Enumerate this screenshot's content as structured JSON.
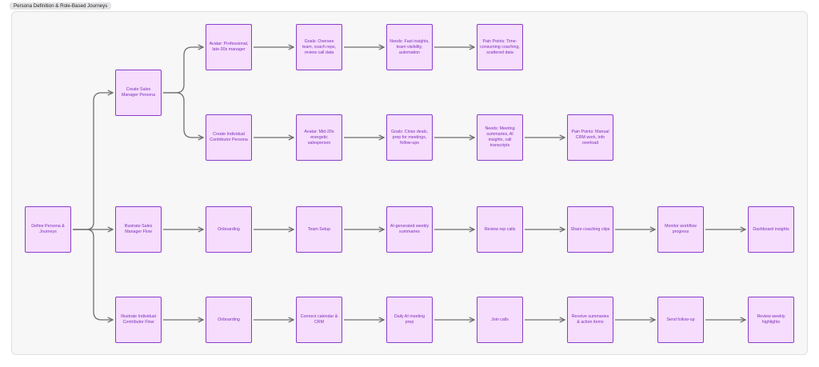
{
  "header": {
    "title": "Persona Definition & Role-Based Journeys"
  },
  "colors": {
    "node_fill": "#f6dcfd",
    "node_border": "#8a3ec9",
    "node_text": "#7a2fb8",
    "edge": "#6e6e6e",
    "canvas": "#f7f7f8"
  },
  "nodes": {
    "root": "Define Persona & Journeys",
    "create_sm": "Create Sales Manager Persona",
    "sm_avatar": "Avatar: Professional, late-30s manager",
    "sm_goals": "Goals: Oversee team, coach reps, review call data",
    "sm_needs": "Needs: Fast insights, team visibility, automation",
    "sm_pain": "Pain Points: Time-consuming coaching, scattered data",
    "create_ic": "Create Individual Contributor Persona",
    "ic_avatar": "Avatar: Mid-20s energetic salesperson",
    "ic_goals": "Goals: Close deals, prep for meetings, follow-ups",
    "ic_needs": "Needs: Meeting summaries, AI insights, call transcripts",
    "ic_pain": "Pain Points: Manual CRM work, info overload",
    "sm_flow": "Illustrate Sales Manager Flow",
    "smf_onboarding": "Onboarding",
    "smf_team": "Team Setup",
    "smf_summaries": "AI-generated weekly summaries",
    "smf_review": "Review rep calls",
    "smf_share": "Share coaching clips",
    "smf_monitor": "Monitor workflow progress",
    "smf_dashboard": "Dashboard insights",
    "ic_flow": "Illustrate Individual Contributor Flow",
    "icf_onboarding": "Onboarding",
    "icf_connect": "Connect calendar & CRM",
    "icf_prep": "Daily AI meeting prep",
    "icf_join": "Join calls",
    "icf_receive": "Receive summaries & action items",
    "icf_followup": "Send follow-up",
    "icf_review": "Review weekly highlights"
  }
}
